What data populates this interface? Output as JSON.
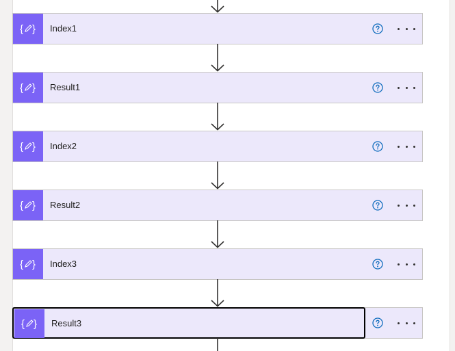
{
  "flow": {
    "steps": [
      {
        "title": "Index1",
        "selected": false
      },
      {
        "title": "Result1",
        "selected": false
      },
      {
        "title": "Index2",
        "selected": false
      },
      {
        "title": "Result2",
        "selected": false
      },
      {
        "title": "Index3",
        "selected": false
      },
      {
        "title": "Result3",
        "selected": true
      }
    ]
  },
  "icons": {
    "step_icon": "variable-braces-pencil-icon",
    "help_icon": "question-circle-icon",
    "more_icon": "more-ellipsis-icon",
    "connector_icon": "arrow-down-icon"
  },
  "colors": {
    "icon_bg": "#7b63f6",
    "card_bg": "#ece8fb",
    "help_blue": "#0f6cbd",
    "selected_border": "#000000"
  }
}
